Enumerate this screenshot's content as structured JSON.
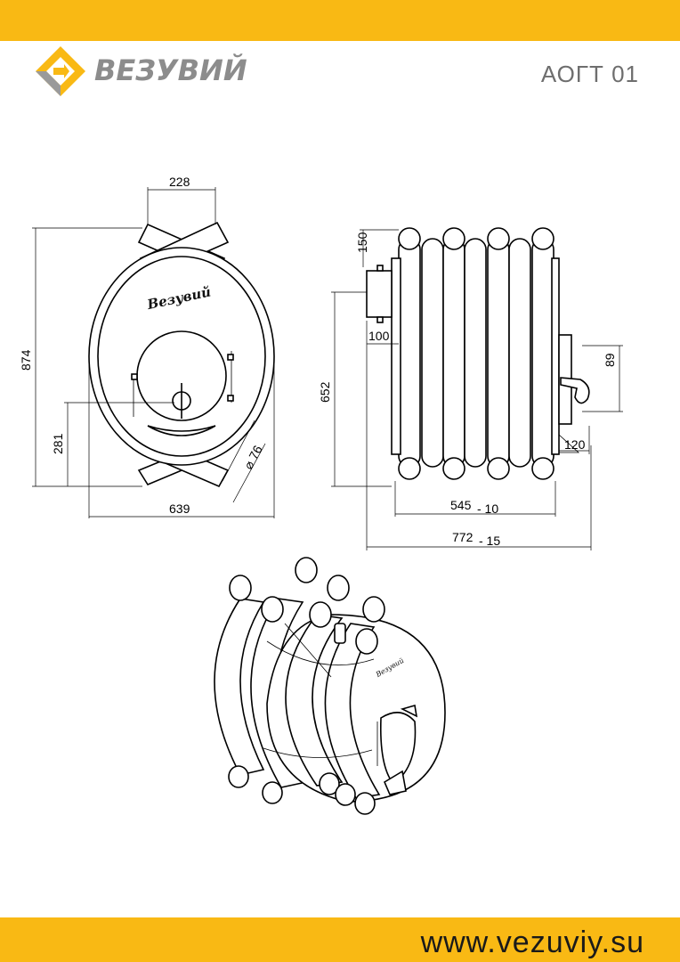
{
  "header": {
    "brand_name": "ВЕЗУВИЙ",
    "model_code": "АОГТ 01",
    "logo_icon": "vezuviy-logo-icon"
  },
  "footer": {
    "website": "www.vezuviy.su"
  },
  "colors": {
    "accent": "#F9B914",
    "logo_gray": "#9A9A9A",
    "text_gray": "#6E6E6E",
    "line": "#000000"
  },
  "front_view": {
    "dim_top_width": "228",
    "dim_height": "874",
    "dim_door_height": "281",
    "dim_pipe_diameter": "⌀ 76",
    "dim_width": "639",
    "emblem_text": "Везувий"
  },
  "side_view": {
    "dim_flue_height": "150",
    "dim_flue_width": "100",
    "dim_flue_position": "652",
    "dim_water_height": "89",
    "dim_water_depth": "120",
    "dim_body_length": "545",
    "dim_body_tolerance": "- 10",
    "dim_total_length": "772",
    "dim_total_tolerance": "- 15"
  },
  "iso_view": {
    "emblem_text": "Везувий"
  }
}
